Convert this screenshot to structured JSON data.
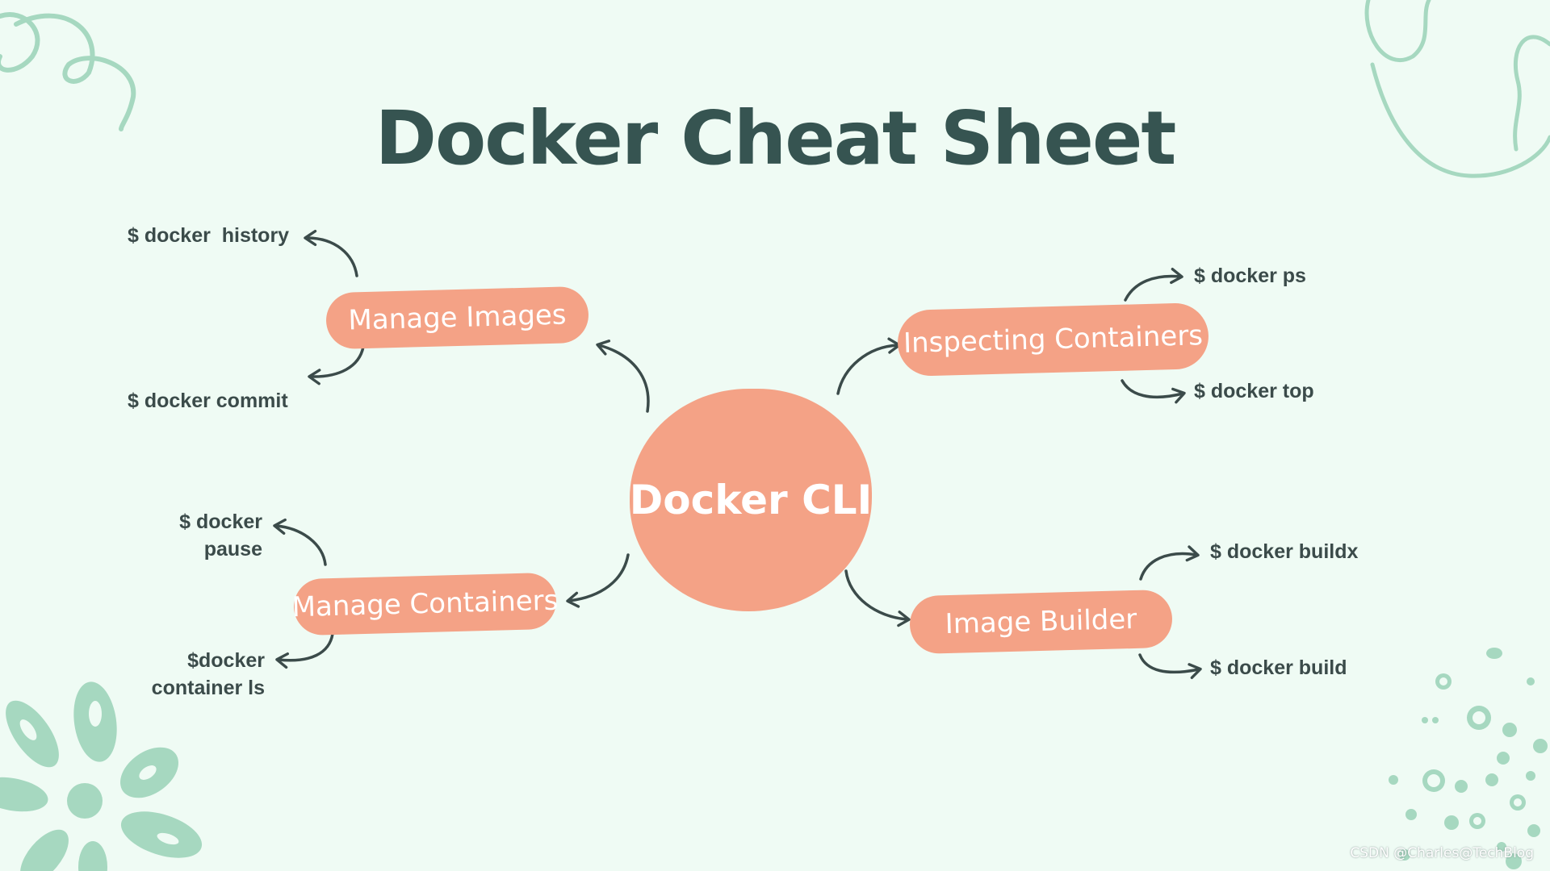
{
  "title": "Docker Cheat Sheet",
  "center": {
    "label": "Docker CLI"
  },
  "categories": [
    {
      "id": "manage-images",
      "label": "Manage Images",
      "commands": [
        "$ docker  history",
        "$ docker commit"
      ]
    },
    {
      "id": "inspecting-containers",
      "label": "Inspecting Containers",
      "commands": [
        "$ docker ps",
        "$ docker top"
      ]
    },
    {
      "id": "manage-containers",
      "label": "Manage Containers",
      "commands": [
        "$ docker\npause",
        "$docker\ncontainer ls"
      ]
    },
    {
      "id": "image-builder",
      "label": "Image Builder",
      "commands": [
        "$ docker buildx",
        "$ docker build"
      ]
    }
  ],
  "watermark": "CSDN @Charles@TechBlog",
  "colors": {
    "background": "#effbf4",
    "node": "#f4a286",
    "title": "#365451",
    "arrow": "#3b4b4a",
    "decoration": "#a6d8c0"
  }
}
